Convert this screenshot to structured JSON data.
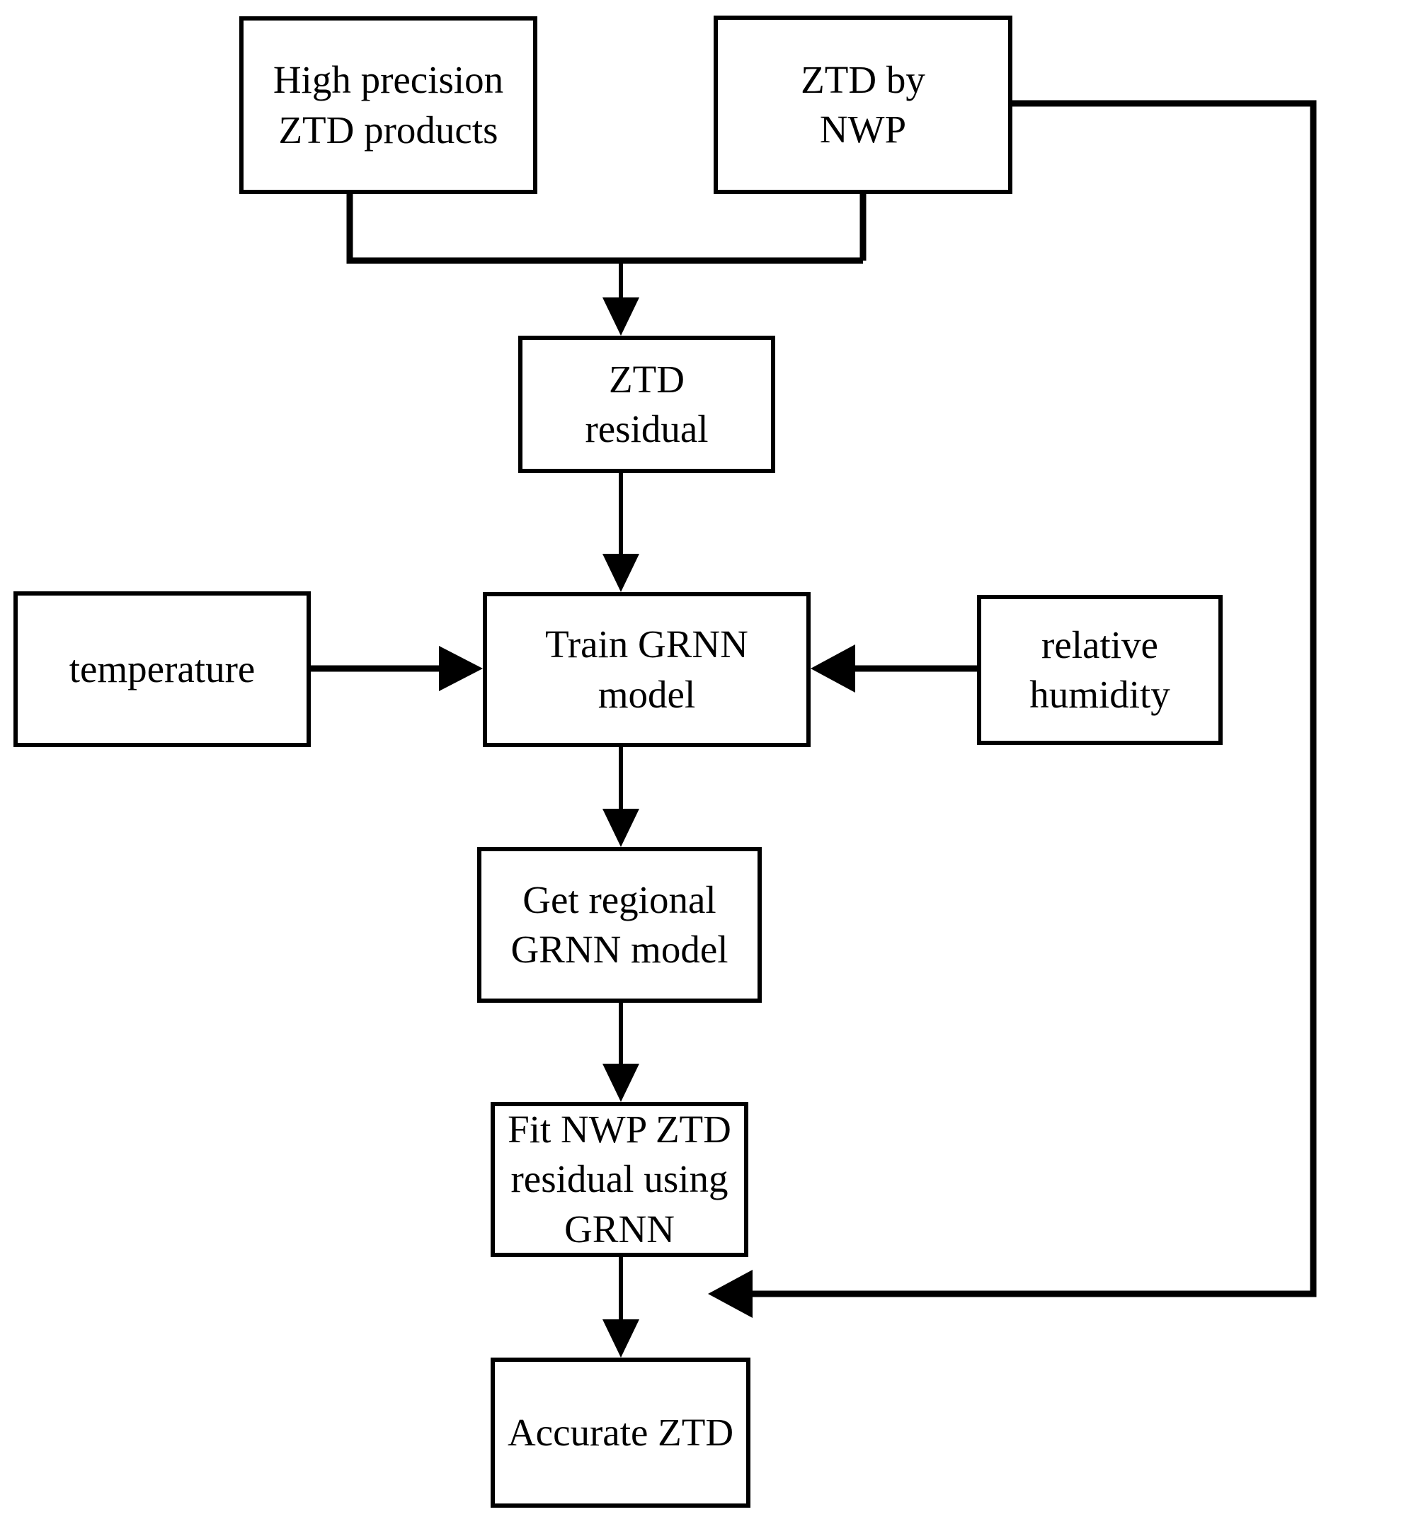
{
  "diagram": {
    "title": "ZTD GRNN correction flowchart",
    "background_color": "#ffffff",
    "line_color": "#000000",
    "text_color": "#000000",
    "nodes": [
      {
        "id": "high-precision-ztd-products",
        "label": "High precision\nZTD products"
      },
      {
        "id": "ztd-by-nwp",
        "label": "ZTD by\nNWP"
      },
      {
        "id": "ztd-residual",
        "label": "ZTD\nresidual"
      },
      {
        "id": "temperature",
        "label": "temperature"
      },
      {
        "id": "train-grnn-model",
        "label": "Train  GRNN\nmodel"
      },
      {
        "id": "relative-humidity",
        "label": "relative\nhumidity"
      },
      {
        "id": "get-regional-grnn-model",
        "label": "Get regional\nGRNN model"
      },
      {
        "id": "fit-nwp-ztd-residual",
        "label": "Fit NWP ZTD\nresidual using\nGRNN"
      },
      {
        "id": "accurate-ztd",
        "label": "Accurate ZTD"
      }
    ],
    "edges": [
      {
        "from": "high-precision-ztd-products",
        "to": "ztd-residual",
        "arrow": true
      },
      {
        "from": "ztd-by-nwp",
        "to": "ztd-residual",
        "arrow": true
      },
      {
        "from": "ztd-residual",
        "to": "train-grnn-model",
        "arrow": true
      },
      {
        "from": "temperature",
        "to": "train-grnn-model",
        "arrow": true
      },
      {
        "from": "relative-humidity",
        "to": "train-grnn-model",
        "arrow": true
      },
      {
        "from": "train-grnn-model",
        "to": "get-regional-grnn-model",
        "arrow": true
      },
      {
        "from": "get-regional-grnn-model",
        "to": "fit-nwp-ztd-residual",
        "arrow": true
      },
      {
        "from": "ztd-by-nwp",
        "to": "fit-nwp-ztd-residual",
        "arrow": true
      },
      {
        "from": "fit-nwp-ztd-residual",
        "to": "accurate-ztd",
        "arrow": true
      }
    ]
  }
}
